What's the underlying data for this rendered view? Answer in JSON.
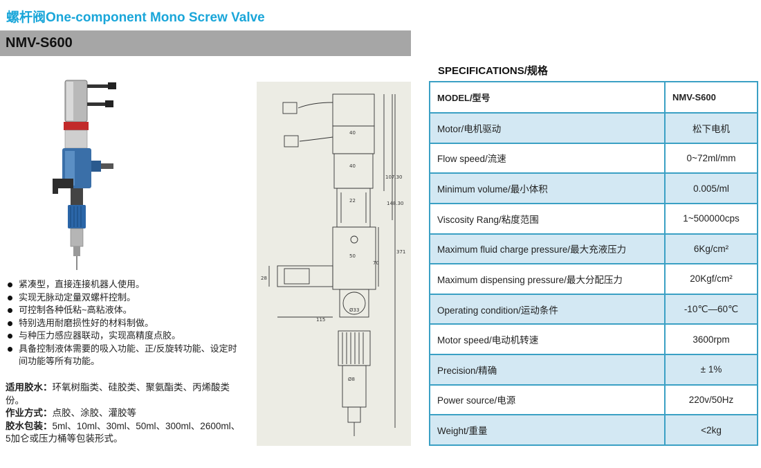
{
  "header": {
    "title_cn": "螺杆阀",
    "title_en": "One-component Mono Screw Valve",
    "model": "NMV-S600"
  },
  "drawing": {
    "dims": [
      "40",
      "40",
      "107.30",
      "148.30",
      "22",
      "50",
      "70",
      "371",
      "28",
      "115",
      "Ø33",
      "Ø8"
    ]
  },
  "features": [
    "紧凑型，直接连接机器人使用。",
    "实现无脉动定量双螺杆控制。",
    "可控制各种低粘~高粘液体。",
    "特别选用耐磨损性好的材料制做。",
    "与种压力感应器联动，实现高精度点胶。",
    "具备控制液体需要的吸入功能、正/反旋转功能、设定时间功能等所有功能。"
  ],
  "usage": {
    "glue_label": "适用胶水：",
    "glue_text": "环氧树脂类、硅胶类、聚氨酯类、丙烯酸类份。",
    "method_label": "作业方式：",
    "method_text": "点胶、涂胶、灌胶等",
    "pack_label": "胶水包装：",
    "pack_text": "5ml、10ml、30ml、50ml、300ml、2600ml、5加仑或压力桶等包装形式。"
  },
  "specs": {
    "title": "SPECIFICATIONS/规格",
    "header": {
      "label": "MODEL/型号",
      "value": "NMV-S600"
    },
    "rows": [
      {
        "label": "Motor/电机驱动",
        "value": "松下电机"
      },
      {
        "label": "Flow speed/流速",
        "value": "0~72ml/mm"
      },
      {
        "label": "Minimum volume/最小体积",
        "value": "0.005/ml"
      },
      {
        "label": "Viscosity Rang/粘度范围",
        "value": "1~500000cps"
      },
      {
        "label": "Maximum fluid charge pressure/最大充液压力",
        "value": "6Kg/cm²"
      },
      {
        "label": "Maximum dispensing pressure/最大分配压力",
        "value": "20Kgf/cm²"
      },
      {
        "label": "Operating condition/运动条件",
        "value": "-10℃—60℃"
      },
      {
        "label": "Motor speed/电动机转速",
        "value": "3600rpm"
      },
      {
        "label": "Precision/精确",
        "value": "± 1%"
      },
      {
        "label": "Power source/电源",
        "value": "220v/50Hz"
      },
      {
        "label": "Weight/重量",
        "value": "<2kg"
      }
    ]
  },
  "colors": {
    "accent": "#1aa6d9",
    "table_border": "#3aa0c4",
    "row_shade": "#d3e8f3",
    "model_bar": "#a6a6a6"
  }
}
